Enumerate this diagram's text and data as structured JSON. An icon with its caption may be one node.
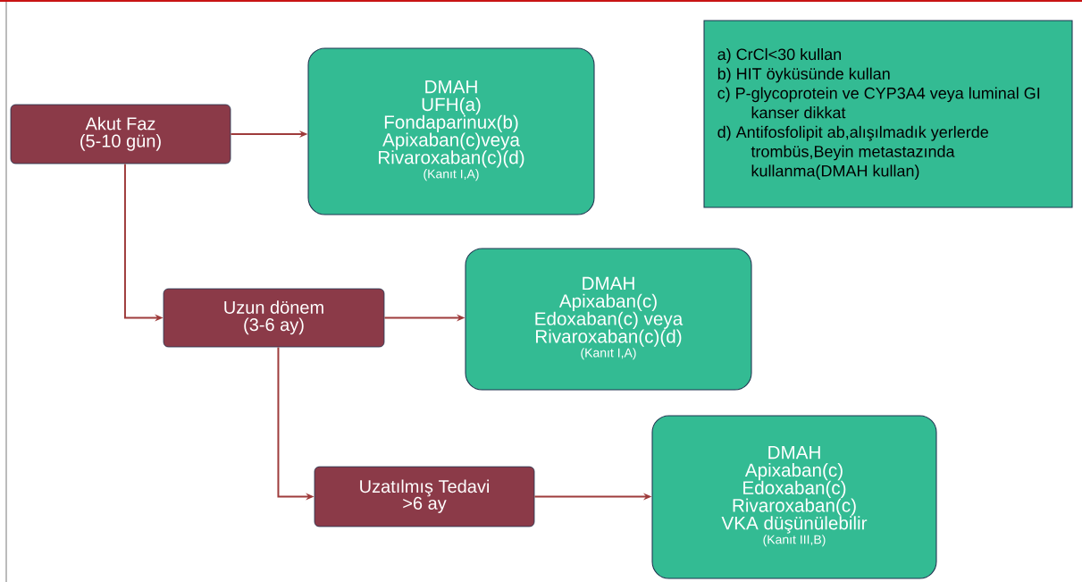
{
  "diagram": {
    "nodes": [
      {
        "text": [
          "Akut Faz",
          "(5-10 gün)"
        ]
      },
      {
        "text": [
          "DMAH",
          "UFH(a)",
          "Fondaparinux(b)",
          "Apixaban(c)veya",
          "Rivaroxaban(c)(d)",
          "(Kanıt I,A)"
        ]
      },
      {
        "text": [
          "Uzun dönem",
          "(3-6 ay)"
        ]
      },
      {
        "text": [
          "DMAH",
          "Apixaban(c)",
          "Edoxaban(c) veya",
          "Rivaroxaban(c)(d)",
          "(Kanıt I,A)"
        ]
      },
      {
        "text": [
          "Uzatılmış Tedavi",
          ">6 ay"
        ]
      },
      {
        "text": [
          "DMAH",
          "Apixaban(c)",
          "Edoxaban(c)",
          "Rivaroxaban(c)",
          "VKA düşünülebilir",
          "(Kanıt III,B)"
        ]
      },
      {
        "text": [
          "a) CrCl<30 kullan",
          "b) HIT öyküsünde kullan",
          "c) P-glycoprotein ve CYP3A4 veya luminal GI kanser dikkat",
          "d) Antifosfolipit ab,alışılmadık yerlerde trombüs,Beyin metastazında kullanma(DMAH kullan)"
        ]
      }
    ],
    "edges": [
      {
        "from": 0,
        "to": 1,
        "arrow": "to"
      },
      {
        "from": 0,
        "to": 2,
        "arrow": "to"
      },
      {
        "from": 2,
        "to": 3,
        "arrow": "to"
      },
      {
        "from": 2,
        "to": 4,
        "arrow": "to"
      },
      {
        "from": 4,
        "to": 5,
        "arrow": "to"
      }
    ]
  }
}
